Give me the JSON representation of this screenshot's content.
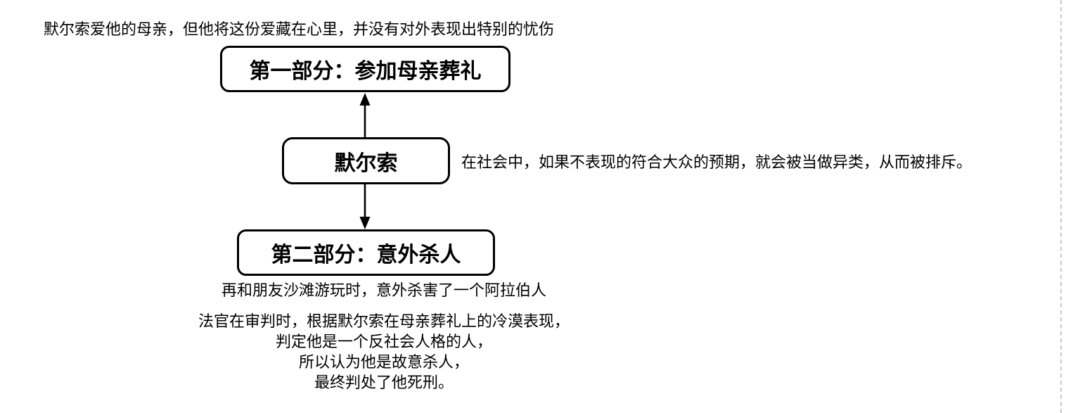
{
  "canvas": {
    "background": "#ffffff",
    "ink_color": "#000000",
    "guide_line_color": "#c9c9c9"
  },
  "nodes": {
    "part1_label": "第一部分：参加母亲葬礼",
    "center_label": "默尔索",
    "part2_label": "第二部分：意外杀人"
  },
  "connectors": {
    "up_arrow": "center-to-part1",
    "down_arrow": "center-to-part2"
  },
  "notes": {
    "top": "默尔索爱他的母亲，但他将这份爱藏在心里，并没有对外表现出特别的忧伤",
    "side": "在社会中，如果不表现的符合大众的预期，就会被当做异类，从而被排斥。",
    "beach": "再和朋友沙滩游玩时，意外杀害了一个阿拉伯人",
    "verdict_lines": [
      "法官在审判时，根据默尔索在母亲葬礼上的冷漠表现，",
      "判定他是一个反社会人格的人，",
      "所以认为他是故意杀人，",
      "最终判处了他死刑。"
    ]
  }
}
